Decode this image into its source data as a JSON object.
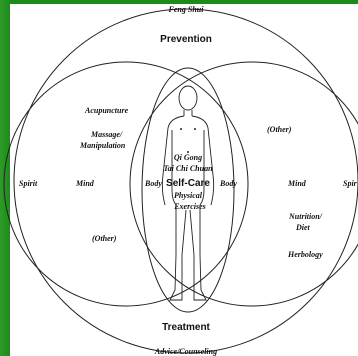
{
  "diagram": {
    "top_label": "Feng Shui",
    "prevention": "Prevention",
    "treatment": "Treatment",
    "bottom_label": "Advice/Counseling",
    "left_spirit": "Spirit",
    "right_spirit": "Spir",
    "left_mind": "Mind",
    "right_mind": "Mind",
    "left_body": "Body",
    "right_body": "Body",
    "acupuncture": "Acupuncture",
    "massage_line1": "Massage/",
    "massage_line2": "Manipulation",
    "left_other": "(Other)",
    "right_other": "(Other)",
    "qigong": "Qi Gong",
    "taichi": "Tai Chi Chuan",
    "selfcare": "Self-Care",
    "physical": "Physical",
    "exercises": "Exercises",
    "nutrition_line1": "Nutrition/",
    "nutrition_line2": "Diet",
    "herbology": "Herbology"
  }
}
